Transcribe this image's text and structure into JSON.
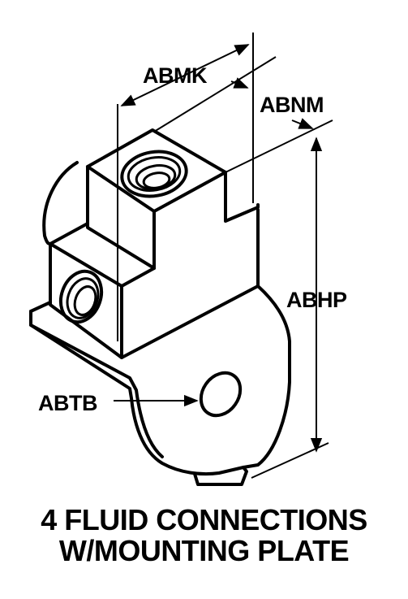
{
  "labels": {
    "abmk": "ABMK",
    "abnm": "ABNM",
    "abhp": "ABHP",
    "abtb": "ABTB"
  },
  "caption": {
    "line1": "4 FLUID CONNECTIONS",
    "line2": "W/MOUNTING PLATE"
  }
}
